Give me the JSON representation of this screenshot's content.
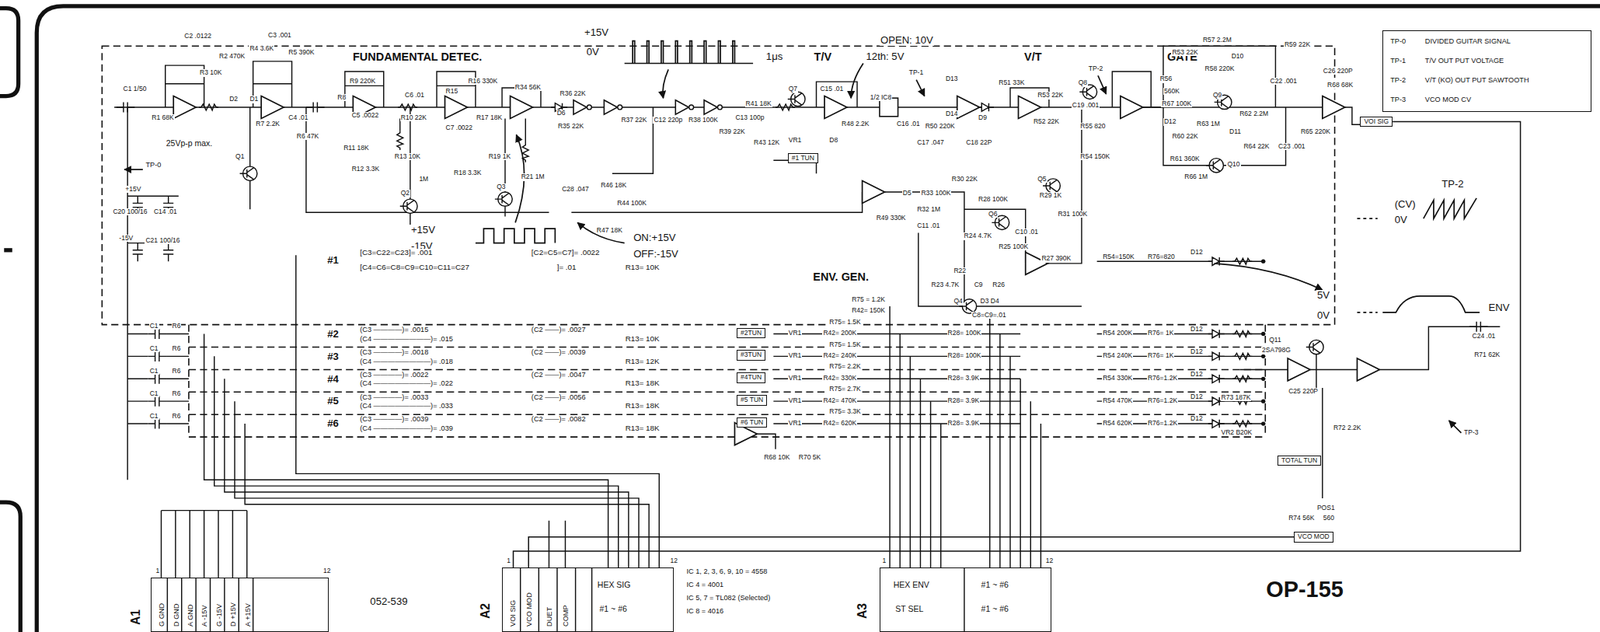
{
  "diagram": {
    "title": "OP-155",
    "nodes": [
      {
        "text": [
          "TP-0",
          "DIVIDED GUITAR SIGNAL",
          "TP-1",
          "T/V OUT PUT VOLTAGE",
          "TP-2",
          "V/T (KO) OUT PUT SAWTOOTH",
          "TP-3",
          "VCO MOD CV"
        ]
      },
      {
        "text": [
          "#1 TUN"
        ]
      },
      {
        "text": [
          "#2TUN"
        ]
      },
      {
        "text": [
          "#3TUN"
        ]
      },
      {
        "text": [
          "#4TUN"
        ]
      },
      {
        "text": [
          "#5 TUN"
        ]
      },
      {
        "text": [
          "#6 TUN"
        ]
      },
      {
        "text": [
          "VOI SIG"
        ]
      },
      {
        "text": [
          "TOTAL TUN"
        ]
      },
      {
        "text": [
          "VCO MOD"
        ]
      },
      {
        "text": [
          "A1",
          "G GND",
          "D GND",
          "A GND",
          "A -15V",
          "G -15V",
          "D +15V",
          "A +15V"
        ]
      },
      {
        "text": [
          "A2",
          "VOI SIG",
          "VCO MOD",
          "DUET",
          "COMP",
          "HEX SIG",
          "#1 ~ #6"
        ]
      },
      {
        "text": [
          "A3",
          "HEX ENV",
          "ST SEL",
          "#1 ~ #6",
          "#1 ~ #6"
        ]
      }
    ],
    "edges": [
      {
        "from": 7,
        "to": 11,
        "arrow": "none"
      },
      {
        "from": 9,
        "to": 11,
        "arrow": "none"
      }
    ],
    "labels": [
      "FUNDAMENTAL DETEC.",
      "+15V",
      "0V",
      "1μs",
      "T/V",
      "OPEN: 10V",
      "12th: 5V",
      "V/T",
      "GATE",
      "C1 1/50",
      "R1 68K",
      "C2 .0122",
      "R2 470K",
      "R3 10K",
      "C3 .001",
      "R4 3.6K",
      "R5 390K",
      "D2",
      "D1",
      "R7 2.2K",
      "C4 .01",
      "R6 47K",
      "Q1",
      "25Vp-p max.",
      "TP-0",
      "+15V",
      "C20 100/16",
      "C14 .01",
      "-15V",
      "C21 100/16",
      "R9 220K",
      "R8",
      "C5 .0022",
      "C6 .01",
      "R10 22K",
      "R11 18K",
      "R12 3.3K",
      "R13 10K",
      "Q2",
      "1M",
      "R16 330K",
      "R15",
      "C7 .0022",
      "R17 18K",
      "R18 3.3K",
      "R19 1K",
      "Q3",
      "R21 1M",
      "R34 56K",
      "D6",
      "R36 22K",
      "R35 22K",
      "R37 22K",
      "C12 220p",
      "R38 100K",
      "R39 22K",
      "C13 100p",
      "R41 18K",
      "Q7",
      "C15 .01",
      "R43 12K",
      "VR1",
      "D8",
      "R48 2.2K",
      "1/2 IC8",
      "TP-1",
      "D13",
      "D14",
      "C16 .01",
      "R50 220K",
      "C17 .047",
      "C18 22P",
      "D9",
      "R51 33K",
      "Q8",
      "TP-2",
      "R53 22K",
      "R52 22K",
      "C19 .001",
      "R55 820",
      "R54 150K",
      "R57 2.2M",
      "R53 22K",
      "D10",
      "R58 220K",
      "R59 22K",
      "C22 .001",
      "R56",
      "560K",
      "Q9",
      "R67 100K",
      "R62 2.2M",
      "R63 1M",
      "D12",
      "D11",
      "R60 22K",
      "R64 22K",
      "C23 .001",
      "R65 220K",
      "R61 360K",
      "Q10",
      "R66 1M",
      "C26 220P",
      "R68 68K",
      "+15V",
      "-15V",
      "C28 .047",
      "R46 18K",
      "R44 100K",
      "R47 18K",
      "ON:+15V",
      "OFF:-15V",
      "R49 330K",
      "D5",
      "R33 100K",
      "R30 22K",
      "R32 1M",
      "C11 .01",
      "Q6",
      "R28 100K",
      "Q5",
      "R29 1K",
      "R31 100K",
      "R24 4.7K",
      "C10 .01",
      "R25 100K",
      "R27 390K",
      "R22",
      "R23 4.7K",
      "C9",
      "R26",
      "Q4",
      "D3 D4",
      "C8=C9=.01",
      "ENV. GEN.",
      "(CV)",
      "0V",
      "TP-2",
      "5V",
      "0V",
      "ENV",
      "#1",
      "[C3=C22=C23]= .001",
      "[C2=C5=C7]= .0022",
      "[C4=C6=C8=C9=C10=C11=C27",
      "]= .01",
      "R13= 10K",
      "#2",
      "(C3 ————)= .0015",
      "(C2 ——)= .0027",
      "(C4 ————————)= .015",
      "R13= 10K",
      "C1",
      "R6",
      "#3",
      "(C3 ————)= .0018",
      "(C2 ——)= .0039",
      "(C4 ————————)= .018",
      "R13= 12K",
      "C1",
      "R6",
      "#4",
      "(C3 ————)= .0022",
      "(C2 ——)= .0047",
      "(C4 ————————)= .022",
      "R13= 18K",
      "C1",
      "R6",
      "#5",
      "(C3 ————)= .0033",
      "(C2 ——)= .0056",
      "(C4 ————————)= .033",
      "R13= 18K",
      "C1",
      "R6",
      "#6",
      "(C3 ————)= .0039",
      "(C2 ——)= .0082",
      "(C4 ————————)= .039",
      "R13= 18K",
      "C1",
      "R6",
      "R75= 1.5K",
      "R42= 200K",
      "VR1",
      "R28= 100K",
      "R75= 1.5K",
      "R42= 240K",
      "VR1",
      "R28= 100K",
      "R75= 2.2K",
      "R42= 330K",
      "VR1",
      "R28= 3.9K",
      "R75= 2.7K",
      "R42= 470K",
      "VR1",
      "R28= 3.9K",
      "R75= 3.3K",
      "R42= 620K",
      "VR1",
      "R28= 3.9K",
      "R75 = 1.2K",
      "R42= 150K",
      "R68 10K",
      "R70 5K",
      "R54=150K",
      "R76=820",
      "D12",
      "R54 200K",
      "R76= 1K",
      "D12",
      "R54 240K",
      "R76= 1K",
      "D12",
      "R54 330K",
      "R76=1.2K",
      "D12",
      "R54 470K",
      "R76=1.2K",
      "D12",
      "R54 620K",
      "R76=1.2K",
      "D12",
      "Q11",
      "2SA798G",
      "C24 .01",
      "R71 62K",
      "R73 187K",
      "C25 220P",
      "VR2 B20K",
      "R72 2.2K",
      "TP-3",
      "POS1",
      "R74 56K",
      "560",
      "1",
      "12",
      "052-539",
      "1",
      "12",
      "IC 1, 2, 3, 6, 9, 10 = 4558",
      "IC 4 = 4001",
      "IC 5, 7 = TL082 (Selected)",
      "IC 8 = 4016",
      "1",
      "12"
    ]
  }
}
